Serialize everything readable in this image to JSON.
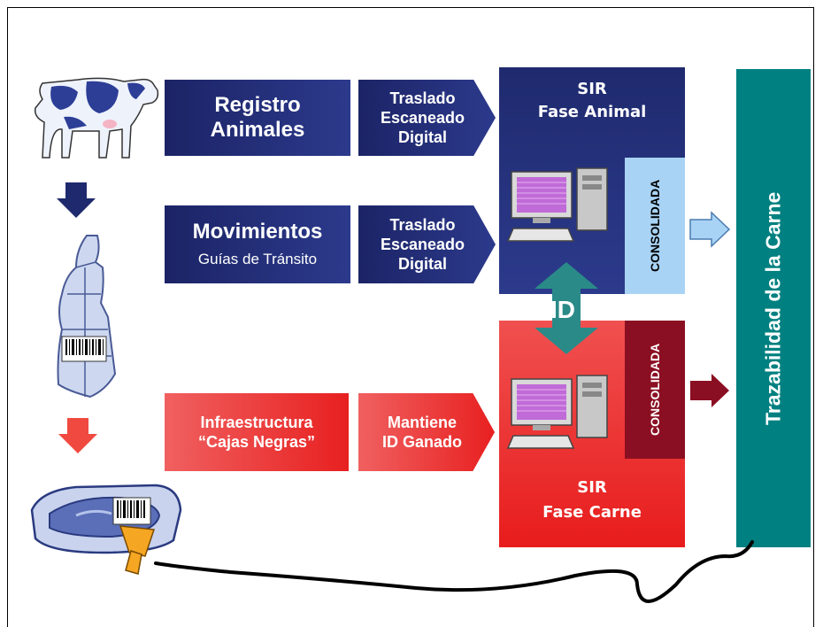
{
  "registro": {
    "line1": "Registro",
    "line2": "Animales"
  },
  "movimientos": {
    "title": "Movimientos",
    "subtitle": "Guías de Tránsito"
  },
  "infra": {
    "line1": "Infraestructura",
    "line2": "“Cajas Negras”"
  },
  "traslado1": {
    "line1": "Traslado",
    "line2": "Escaneado",
    "line3": "Digital"
  },
  "traslado2": {
    "line1": "Traslado",
    "line2": "Escaneado",
    "line3": "Digital"
  },
  "mantiene": {
    "line1": "Mantiene",
    "line2": "ID Ganado"
  },
  "sir_animal": {
    "line1": "SIR",
    "line2": "Fase Animal"
  },
  "sir_carne": {
    "line1": "SIR",
    "line2": "Fase Carne"
  },
  "consolidada_top": "CONSOLIDADA",
  "consolidada_bottom": "CONSOLIDADA",
  "id_label": "ID",
  "trazabilidad": "Trazabilidad de la Carne",
  "colors": {
    "navy": "#1f2a6e",
    "red": "#e83a3a",
    "consolidada_light": "#a9d3f5",
    "consolidada_dark": "#8b0f22",
    "teal": "#008080",
    "id_arrow": "#2a8a88"
  },
  "icons": [
    "cow-icon",
    "beef-carcass-icon",
    "meat-tray-icon",
    "barcode-icon",
    "barcode-scanner-icon",
    "computer-icon",
    "down-arrow-icon",
    "right-arrow-icon"
  ]
}
